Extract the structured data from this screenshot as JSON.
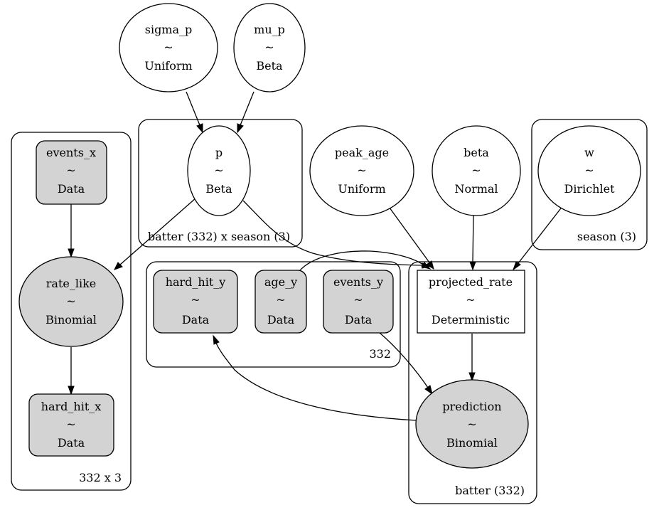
{
  "nodes": {
    "sigma_p": {
      "name": "sigma_p",
      "sep": "~",
      "dist": "Uniform",
      "observed": false
    },
    "mu_p": {
      "name": "mu_p",
      "sep": "~",
      "dist": "Beta",
      "observed": false
    },
    "p": {
      "name": "p",
      "sep": "~",
      "dist": "Beta",
      "observed": false
    },
    "peak_age": {
      "name": "peak_age",
      "sep": "~",
      "dist": "Uniform",
      "observed": false
    },
    "beta": {
      "name": "beta",
      "sep": "~",
      "dist": "Normal",
      "observed": false
    },
    "w": {
      "name": "w",
      "sep": "~",
      "dist": "Dirichlet",
      "observed": false
    },
    "events_x": {
      "name": "events_x",
      "sep": "~",
      "dist": "Data",
      "observed": true
    },
    "rate_like": {
      "name": "rate_like",
      "sep": "~",
      "dist": "Binomial",
      "observed": true
    },
    "hard_hit_x": {
      "name": "hard_hit_x",
      "sep": "~",
      "dist": "Data",
      "observed": true
    },
    "hard_hit_y": {
      "name": "hard_hit_y",
      "sep": "~",
      "dist": "Data",
      "observed": true
    },
    "age_y": {
      "name": "age_y",
      "sep": "~",
      "dist": "Data",
      "observed": true
    },
    "events_y": {
      "name": "events_y",
      "sep": "~",
      "dist": "Data",
      "observed": true
    },
    "projected_rate": {
      "name": "projected_rate",
      "sep": "~",
      "dist": "Deterministic",
      "observed": false
    },
    "prediction": {
      "name": "prediction",
      "sep": "~",
      "dist": "Binomial",
      "observed": true
    }
  },
  "plates": {
    "batter_season": {
      "label": "batter (332) x season (3)"
    },
    "season": {
      "label": "season (3)"
    },
    "n332x3": {
      "label": "332 x 3"
    },
    "n332": {
      "label": "332"
    },
    "batter": {
      "label": "batter (332)"
    }
  },
  "edges": [
    {
      "from": "sigma_p",
      "to": "p"
    },
    {
      "from": "mu_p",
      "to": "p"
    },
    {
      "from": "p",
      "to": "rate_like"
    },
    {
      "from": "p",
      "to": "projected_rate"
    },
    {
      "from": "peak_age",
      "to": "projected_rate"
    },
    {
      "from": "beta",
      "to": "projected_rate"
    },
    {
      "from": "w",
      "to": "projected_rate"
    },
    {
      "from": "age_y",
      "to": "projected_rate"
    },
    {
      "from": "events_x",
      "to": "rate_like"
    },
    {
      "from": "rate_like",
      "to": "hard_hit_x"
    },
    {
      "from": "projected_rate",
      "to": "prediction"
    },
    {
      "from": "events_y",
      "to": "prediction"
    },
    {
      "from": "prediction",
      "to": "hard_hit_y"
    }
  ],
  "colors": {
    "observed_fill": "#d3d3d3",
    "latent_fill": "#ffffff",
    "stroke": "#000000"
  }
}
